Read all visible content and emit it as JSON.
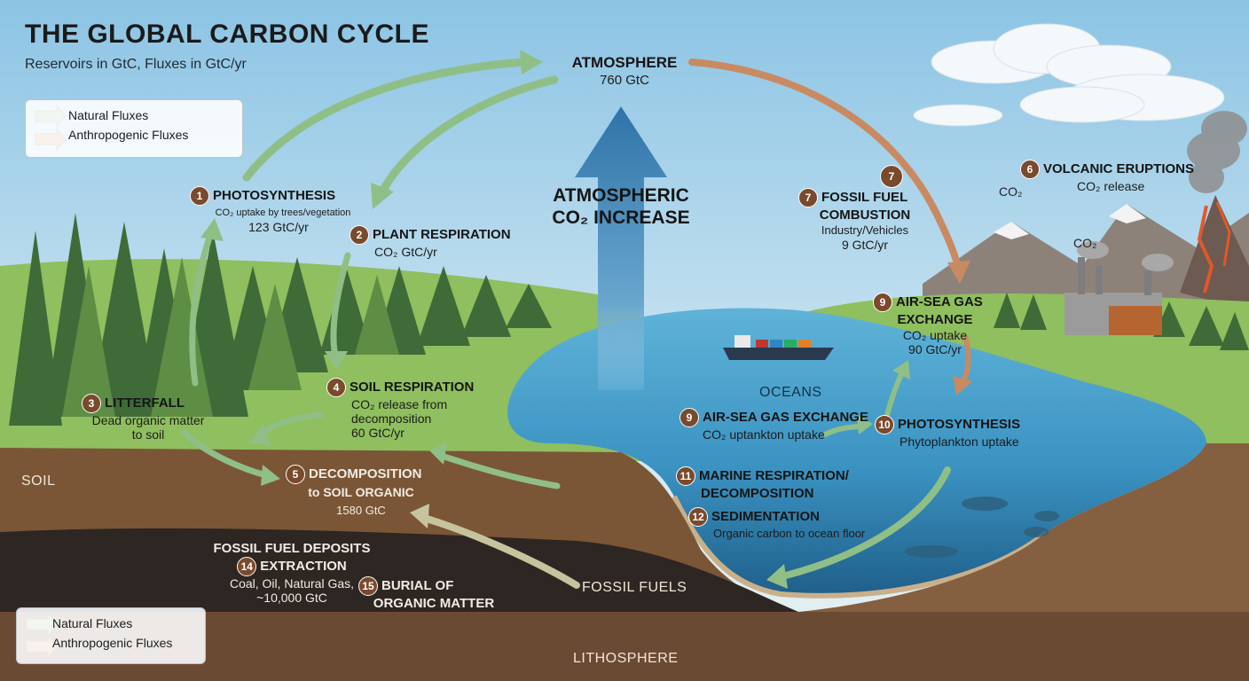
{
  "header": {
    "title": "THE GLOBAL CARBON CYCLE",
    "subtitle": "Reservoirs in GtC, Fluxes in GtC/yr"
  },
  "legend": {
    "natural": "Natural Fluxes",
    "anthropogenic": "Anthropogenic Fluxes"
  },
  "colors": {
    "natural": "#8fbf86",
    "anthropogenic": "#c98a62",
    "atmospheric_arrow": "#3d7fb0",
    "badge": "#7a4a2c"
  },
  "zones": {
    "soil": "SOIL",
    "oceans": "OCEANS",
    "fossil_fuels": "FOSSIL FUELS",
    "lithosphere": "LITHOSPHERE"
  },
  "atmosphere": {
    "label": "ATMOSPHERE",
    "value": "760 GtC"
  },
  "atmospheric_increase": {
    "line1": "ATMOSPHERIC",
    "line2": "CO₂ INCREASE"
  },
  "co2_tags": [
    "CO₂",
    "CO₂"
  ],
  "processes": {
    "photosynthesis": {
      "num": "1",
      "title": "PHOTOSYNTHESIS",
      "desc": "CO₂ uptake by trees/vegetation",
      "value": "123 GtC/yr"
    },
    "plant_respiration": {
      "num": "2",
      "title": "PLANT RESPIRATION",
      "desc": "CO₂ GtC/yr"
    },
    "litterfall": {
      "num": "3",
      "title": "LITTERFALL",
      "desc1": "Dead organic matter",
      "desc2": "to soil"
    },
    "soil_respiration": {
      "num": "4",
      "title": "SOIL RESPIRATION",
      "desc1": "CO₂ release from",
      "desc2": "decomposition",
      "value": "60 GtC/yr"
    },
    "decomposition": {
      "num": "5",
      "title1": "DECOMPOSITION",
      "title2": "to SOIL ORGANIC",
      "value": "1580 GtC"
    },
    "volcanic": {
      "num": "6",
      "title": "VOLCANIC ERUPTIONS",
      "desc": "CO₂ release"
    },
    "fossil_combustion": {
      "num": "7",
      "num_top": "7",
      "title1": "FOSSIL FUEL",
      "title2": "COMBUSTION",
      "desc": "Industry/Vehicles",
      "value": "9 GtC/yr"
    },
    "air_sea_upper": {
      "num": "9",
      "title1": "AIR-SEA GAS",
      "title2": "EXCHANGE",
      "desc": "CO₂ uptake",
      "value": "90 GtC/yr"
    },
    "air_sea_lower": {
      "num": "9",
      "title": "AIR-SEA GAS EXCHANGE",
      "desc": "CO₂ uptankton uptake"
    },
    "ocean_photosynthesis": {
      "num": "10",
      "title": "PHOTOSYNTHESIS",
      "desc": "Phytoplankton uptake"
    },
    "marine_respiration": {
      "num": "11",
      "title1": "MARINE RESPIRATION/",
      "title2": "DECOMPOSITION"
    },
    "sedimentation": {
      "num": "12",
      "title": "SEDIMENTATION",
      "desc": "Organic carbon to ocean floor"
    },
    "extraction": {
      "num": "14",
      "header": "FOSSIL FUEL DEPOSITS",
      "title": "EXTRACTION",
      "desc1": "Coal, Oil, Natural Gas,",
      "desc2": "~10,000 GtC"
    },
    "burial": {
      "num": "15",
      "title1": "BURIAL OF",
      "title2": "ORGANIC MATTER"
    }
  }
}
